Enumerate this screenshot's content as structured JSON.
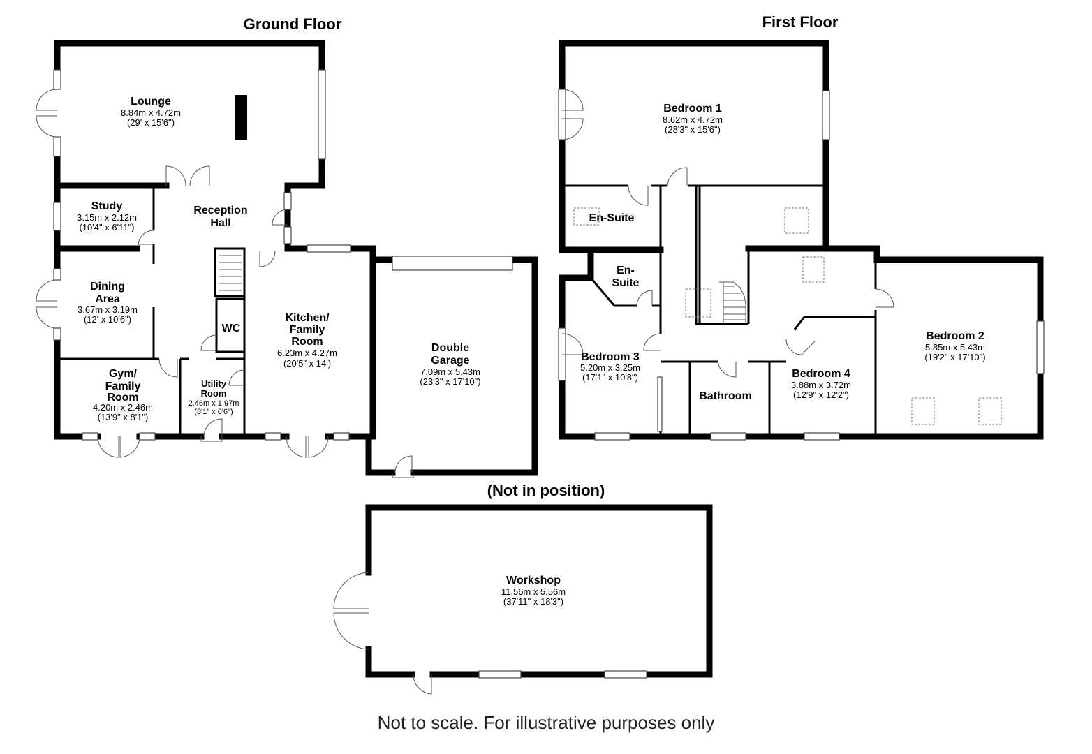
{
  "titles": {
    "ground_floor": "Ground Floor",
    "first_floor": "First Floor",
    "not_in_position": "(Not in position)"
  },
  "ground_floor": {
    "lounge": {
      "name": "Lounge",
      "metric": "8.84m x 4.72m",
      "imperial": "(29' x 15'6\")"
    },
    "study": {
      "name": "Study",
      "metric": "3.15m x 2.12m",
      "imperial": "(10'4\" x 6'11\")"
    },
    "reception_hall": {
      "name_line1": "Reception",
      "name_line2": "Hall"
    },
    "dining_area": {
      "name_line1": "Dining",
      "name_line2": "Area",
      "metric": "3.67m x 3.19m",
      "imperial": "(12' x 10'6\")"
    },
    "wc": {
      "name": "WC"
    },
    "kitchen": {
      "name_line1": "Kitchen/",
      "name_line2": "Family",
      "name_line3": "Room",
      "metric": "6.23m x 4.27m",
      "imperial": "(20'5\" x 14')"
    },
    "double_garage": {
      "name_line1": "Double",
      "name_line2": "Garage",
      "metric": "7.09m x 5.43m",
      "imperial": "(23'3\" x 17'10\")"
    },
    "gym": {
      "name_line1": "Gym/",
      "name_line2": "Family",
      "name_line3": "Room",
      "metric": "4.20m x 2.46m",
      "imperial": "(13'9\" x 8'1\")"
    },
    "utility": {
      "name_line1": "Utility",
      "name_line2": "Room",
      "metric": "2.46m x 1.97m",
      "imperial": "(8'1\" x 6'6\")"
    }
  },
  "first_floor": {
    "bedroom1": {
      "name": "Bedroom 1",
      "metric": "8.62m x 4.72m",
      "imperial": "(28'3\" x 15'6\")"
    },
    "ensuite1": {
      "name": "En-Suite"
    },
    "ensuite2": {
      "name_line1": "En-",
      "name_line2": "Suite"
    },
    "bedroom2": {
      "name": "Bedroom 2",
      "metric": "5.85m x 5.43m",
      "imperial": "(19'2\" x 17'10\")"
    },
    "bedroom3": {
      "name": "Bedroom 3",
      "metric": "5.20m x 3.25m",
      "imperial": "(17'1\" x 10'8\")"
    },
    "bedroom4": {
      "name": "Bedroom 4",
      "metric": "3.88m x 3.72m",
      "imperial": "(12'9\" x 12'2\")"
    },
    "bathroom": {
      "name": "Bathroom"
    }
  },
  "outbuilding": {
    "workshop": {
      "name": "Workshop",
      "metric": "11.56m x 5.56m",
      "imperial": "(37'11\" x 18'3\")"
    }
  },
  "footer": "Not to scale. For illustrative purposes only"
}
